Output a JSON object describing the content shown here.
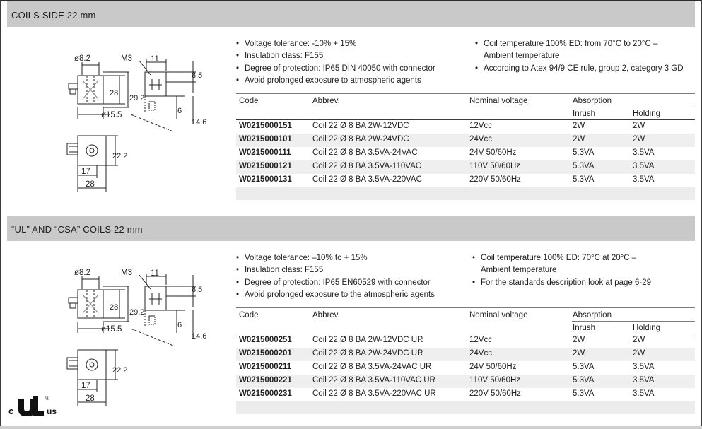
{
  "sections": [
    {
      "title": "COILS SIDE 22 mm",
      "specs_left": [
        "Voltage tolerance: -10% + 15%",
        "Insulation class: F155",
        "Degree of protection: IP65 DIN 40050 with connector",
        "Avoid prolonged exposure to atmospheric agents"
      ],
      "specs_right": [
        "Coil temperature 100% ED: from 70°C to 20°C –",
        "Ambient temperature",
        "According to Atex 94/9 CE rule, group 2, category 3 GD"
      ],
      "table": {
        "headers": {
          "code": "Code",
          "abbrev": "Abbrev.",
          "voltage": "Nominal voltage",
          "absorption": "Absorption",
          "inrush": "Inrush",
          "holding": "Holding"
        },
        "rows": [
          {
            "code": "W0215000151",
            "abbrev": "Coil 22 Ø 8 BA 2W-12VDC",
            "voltage": "12Vcc",
            "inrush": "2W",
            "holding": "2W"
          },
          {
            "code": "W0215000101",
            "abbrev": "Coil 22 Ø 8 BA 2W-24VDC",
            "voltage": "24Vcc",
            "inrush": "2W",
            "holding": "2W"
          },
          {
            "code": "W0215000111",
            "abbrev": "Coil 22 Ø 8 BA 3.5VA-24VAC",
            "voltage": "24V 50/60Hz",
            "inrush": "5.3VA",
            "holding": "3.5VA"
          },
          {
            "code": "W0215000121",
            "abbrev": "Coil 22 Ø 8 BA 3.5VA-110VAC",
            "voltage": "110V 50/60Hz",
            "inrush": "5.3VA",
            "holding": "3.5VA"
          },
          {
            "code": "W0215000131",
            "abbrev": "Coil 22 Ø 8 BA 3.5VA-220VAC",
            "voltage": "220V 50/60Hz",
            "inrush": "5.3VA",
            "holding": "3.5VA"
          }
        ]
      }
    },
    {
      "title": "“UL” AND “CSA” COILS 22 mm",
      "specs_left": [
        "Voltage tolerance: –10% to + 15%",
        "Insulation class: F155",
        "Degree of protection: IP65 EN60529 with connector",
        "Avoid prolonged exposure to the atmospheric agents"
      ],
      "specs_right": [
        "Coil temperature 100% ED: 70°C at 20°C –",
        "Ambient temperature",
        "For the standards description look at page 6-29"
      ],
      "table": {
        "headers": {
          "code": "Code",
          "abbrev": "Abbrev.",
          "voltage": "Nominal voltage",
          "absorption": "Absorption",
          "inrush": "Inrush",
          "holding": "Holding"
        },
        "rows": [
          {
            "code": "W0215000251",
            "abbrev": "Coil 22 Ø 8 BA 2W-12VDC UR",
            "voltage": "12Vcc",
            "inrush": "2W",
            "holding": "2W"
          },
          {
            "code": "W0215000201",
            "abbrev": "Coil 22 Ø 8 BA 2W-24VDC UR",
            "voltage": "24Vcc",
            "inrush": "2W",
            "holding": "2W"
          },
          {
            "code": "W0215000211",
            "abbrev": "Coil 22 Ø 8 BA 3.5VA-24VAC UR",
            "voltage": "24V 50/60Hz",
            "inrush": "5.3VA",
            "holding": "3.5VA"
          },
          {
            "code": "W0215000221",
            "abbrev": "Coil 22 Ø 8 BA 3.5VA-110VAC UR",
            "voltage": "110V 50/60Hz",
            "inrush": "5.3VA",
            "holding": "3.5VA"
          },
          {
            "code": "W0215000231",
            "abbrev": "Coil 22 Ø 8 BA 3.5VA-220VAC UR",
            "voltage": "220V 50/60Hz",
            "inrush": "5.3VA",
            "holding": "3.5VA"
          }
        ]
      }
    }
  ],
  "drawing_labels": {
    "dia_bore": "ø8.2",
    "thread": "M3",
    "width_11": "11",
    "dim_8_5": "8.5",
    "height_28": "28",
    "height_29_2": "29.2",
    "dim_6": "6",
    "dim_14_6": "14.6",
    "dia_body": "ø15.5",
    "height_22_2": "22.2",
    "width_17": "17",
    "width_28": "28"
  },
  "certification": {
    "left_mark": "c",
    "right_mark": "us",
    "registered": "®"
  }
}
